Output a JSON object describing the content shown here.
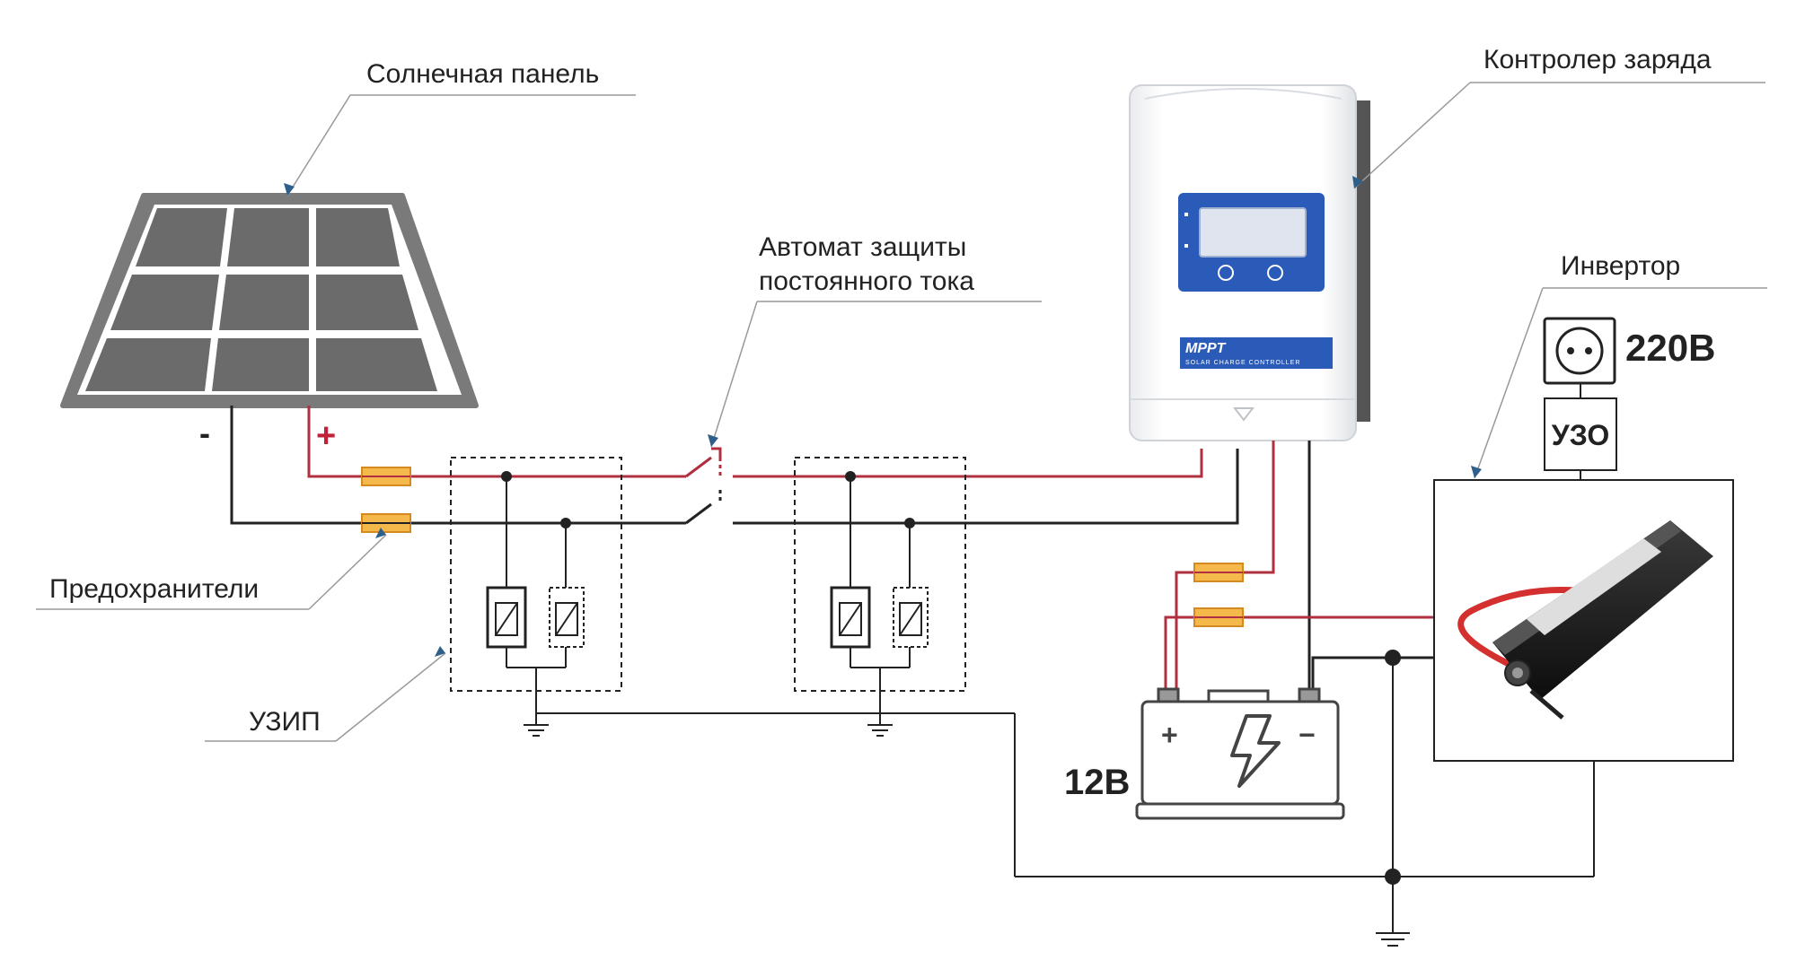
{
  "labels": {
    "solar_panel": "Солнечная панель",
    "charge_controller": "Контролер заряда",
    "dc_breaker_line1": "Автомат защиты",
    "dc_breaker_line2": "постоянного тока",
    "inverter": "Инвертор",
    "fuses": "Предохранители",
    "spd": "УЗИП",
    "rcd": "УЗО",
    "ac_voltage": "220В",
    "battery_voltage": "12В",
    "minus": "-",
    "plus": "+",
    "battery_plus": "+",
    "battery_minus": "−"
  },
  "controller": {
    "brand": "MPPT",
    "subtitle": "SOLAR CHARGE CONTROLLER"
  },
  "colors": {
    "positive_wire": "#b03040",
    "negative_wire": "#222222",
    "fuse_fill": "#f5b84a",
    "controller_panel": "#2a5bb8",
    "panel_cell": "#6b6b6b",
    "pointer": "#2d5f8a"
  },
  "icons": {
    "socket": "socket-icon",
    "lightning": "lightning-icon",
    "ground": "ground-icon"
  }
}
